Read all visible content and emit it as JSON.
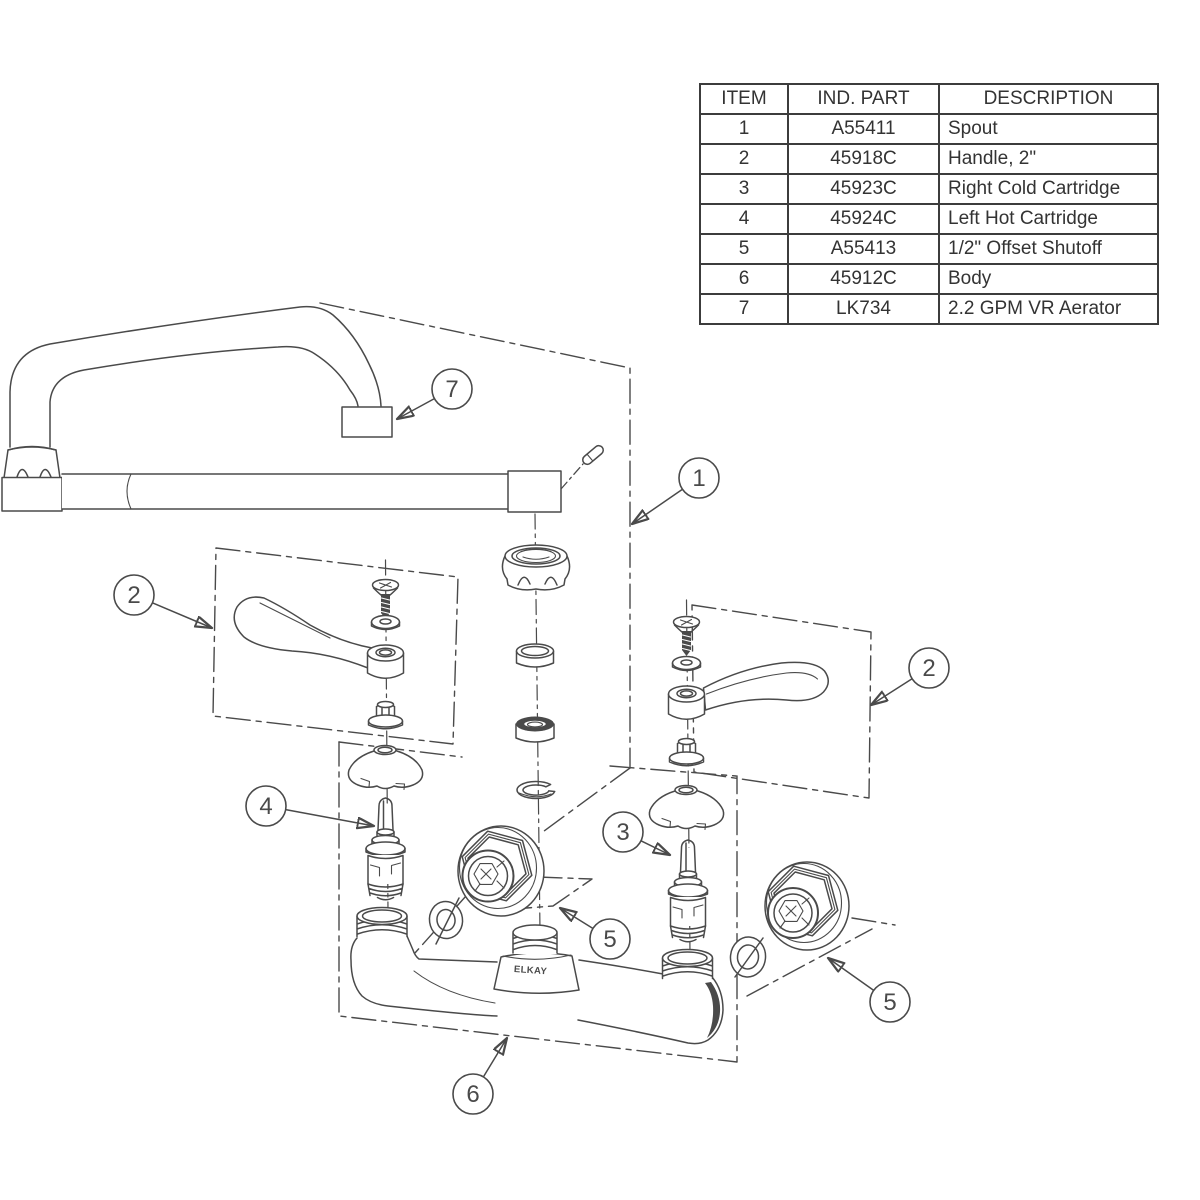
{
  "table": {
    "headers": [
      "ITEM",
      "IND. PART",
      "DESCRIPTION"
    ],
    "rows": [
      [
        "1",
        "A55411",
        "Spout"
      ],
      [
        "2",
        "45918C",
        "Handle, 2\""
      ],
      [
        "3",
        "45923C",
        "Right Cold Cartridge"
      ],
      [
        "4",
        "45924C",
        "Left Hot Cartridge"
      ],
      [
        "5",
        "A55413",
        "1/2\" Offset Shutoff"
      ],
      [
        "6",
        "45912C",
        "Body"
      ],
      [
        "7",
        "LK734",
        "2.2 GPM VR Aerator"
      ]
    ]
  },
  "diagram": {
    "brand_label": "ELKAY",
    "callouts": {
      "spout": "1",
      "handle_left": "2",
      "handle_right": "2",
      "right_cold_cartridge": "3",
      "left_hot_cartridge": "4",
      "offset_shutoff_center": "5",
      "offset_shutoff_right": "5",
      "body": "6",
      "aerator": "7"
    }
  },
  "colors": {
    "line": "#4a4a4a",
    "table_border": "#3c3c3c",
    "table_text": "#333333",
    "background": "#ffffff"
  }
}
